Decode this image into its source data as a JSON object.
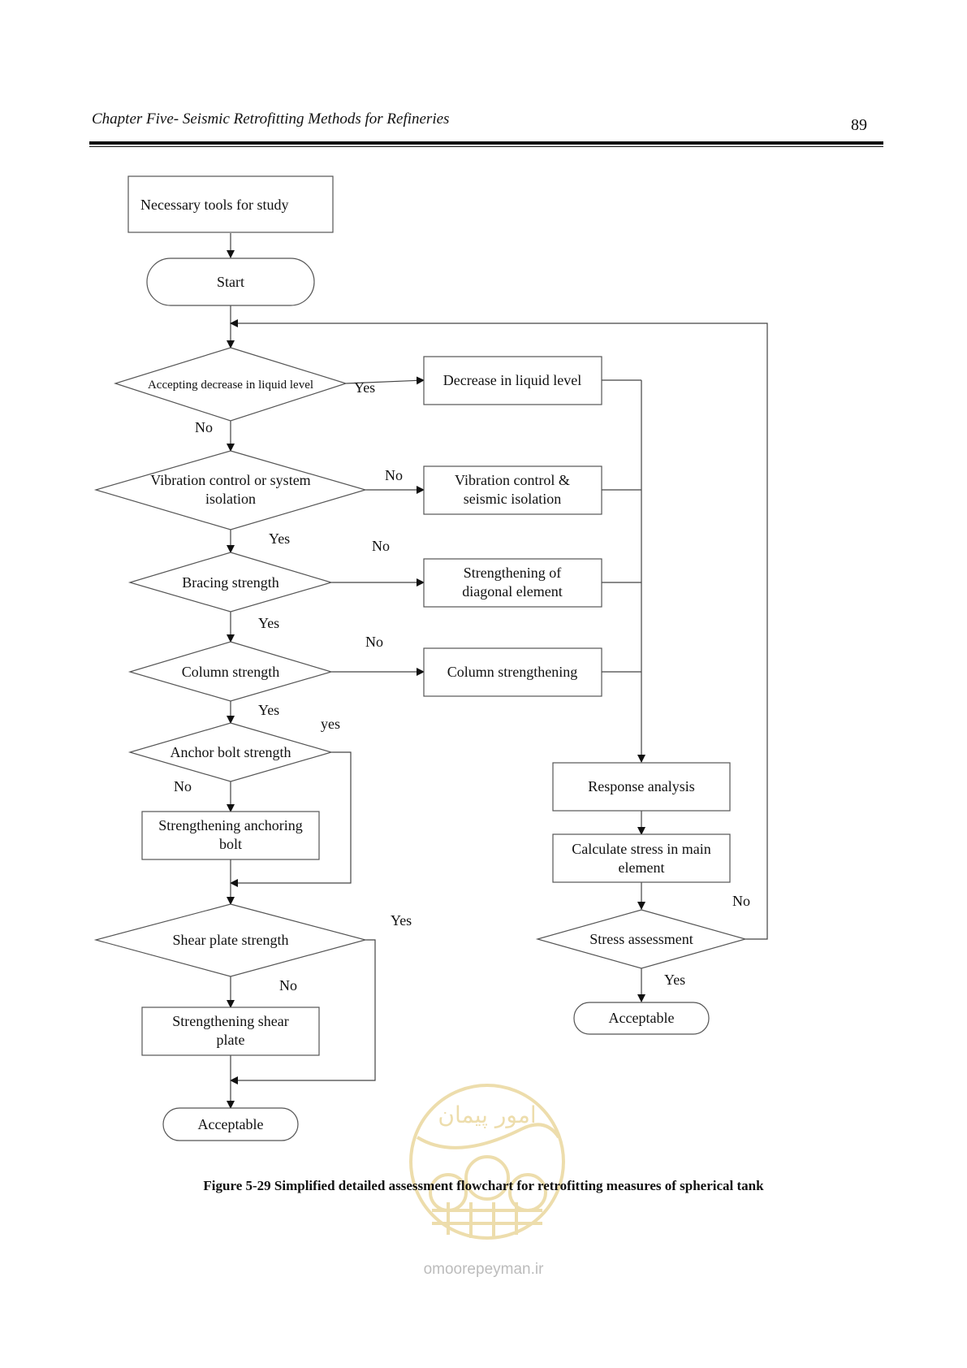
{
  "header": {
    "chapter_title": "Chapter Five- Seismic Retrofitting Methods for Refineries",
    "page_number": "89"
  },
  "flowchart": {
    "nodes": {
      "tools": "Necessary tools for study",
      "start": "Start",
      "d_liquid": "Accepting decrease in liquid level",
      "p_liquid": "Decrease in liquid level",
      "d_vib_1": "Vibration control or system",
      "d_vib_2": "isolation",
      "p_vib_1": "Vibration control &",
      "p_vib_2": "seismic isolation",
      "d_brace": "Bracing strength",
      "p_brace_1": "Strengthening of",
      "p_brace_2": "diagonal element",
      "d_column": "Column strength",
      "p_column": "Column strengthening",
      "d_anchor": "Anchor bolt strength",
      "p_anchor_1": "Strengthening anchoring",
      "p_anchor_2": "bolt",
      "d_shear": "Shear plate strength",
      "p_shear_1": "Strengthening shear",
      "p_shear_2": "plate",
      "end_left": "Acceptable",
      "response": "Response analysis",
      "stress_1": "Calculate stress in main",
      "stress_2": "element",
      "d_stress": "Stress assessment",
      "end_right": "Acceptable"
    },
    "edge_labels": {
      "liquid_yes": "Yes",
      "liquid_no": "No",
      "vib_no": "No",
      "vib_yes": "Yes",
      "brace_no": "No",
      "brace_yes": "Yes",
      "column_no": "No",
      "column_yes": "Yes",
      "anchor_yes": "yes",
      "anchor_no": "No",
      "shear_yes": "Yes",
      "shear_no": "No",
      "stress_no": "No",
      "stress_yes": "Yes"
    }
  },
  "caption": "Figure 5-29 Simplified detailed assessment flowchart for retrofitting measures of spherical tank",
  "watermark": {
    "site": "omoorepeyman.ir",
    "logo_script": "امور پیمان",
    "color": "#d9b44a"
  }
}
